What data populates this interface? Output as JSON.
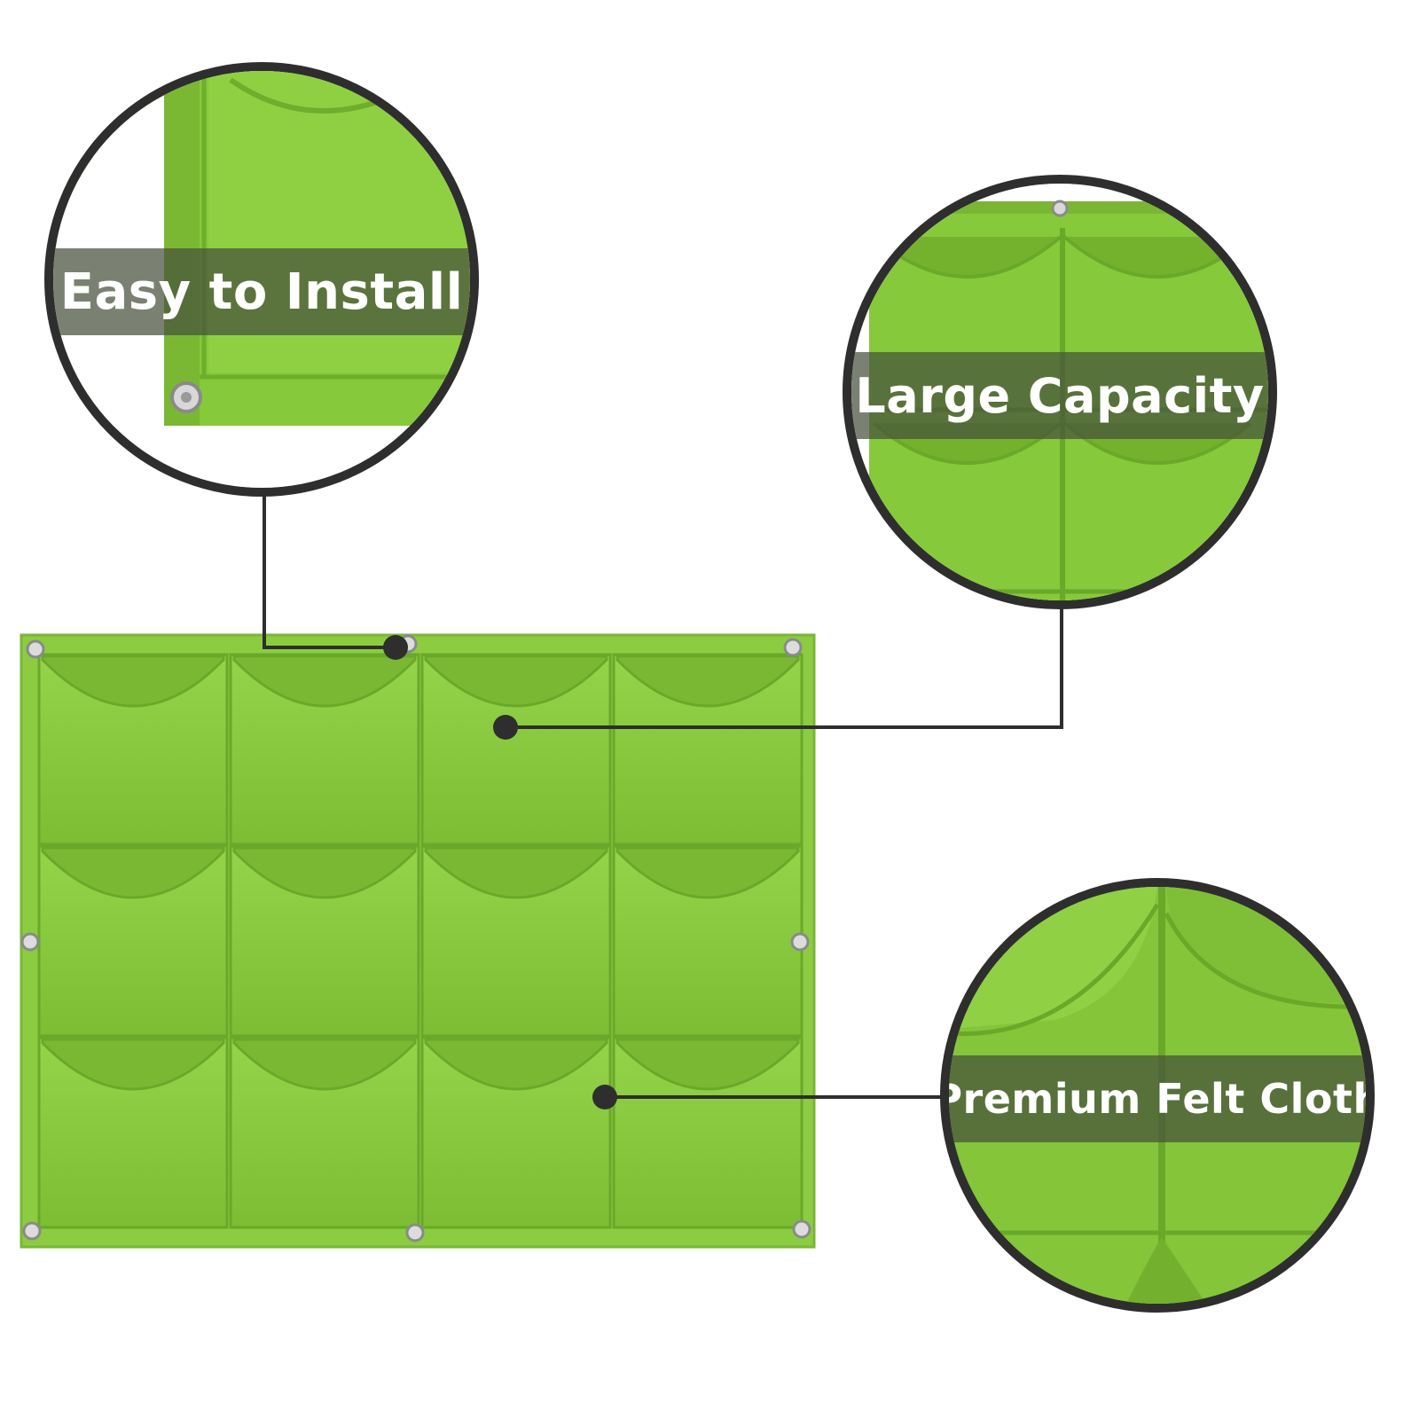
{
  "callouts": {
    "easy_install": {
      "label": "Easy to Install",
      "icon": "magnify-circle"
    },
    "large_capacity": {
      "label": "Large Capacity",
      "icon": "magnify-circle"
    },
    "premium_felt": {
      "label": "Premium Felt Cloth",
      "icon": "magnify-circle"
    }
  },
  "planter": {
    "rows": 3,
    "columns": 4,
    "grommets": 8
  },
  "colors": {
    "felt": "#86c93a",
    "felt_dark": "#6aa82a",
    "felt_light": "#9dd954",
    "line": "#2e2e2e",
    "band": "#46503c",
    "background": "#ffffff"
  }
}
